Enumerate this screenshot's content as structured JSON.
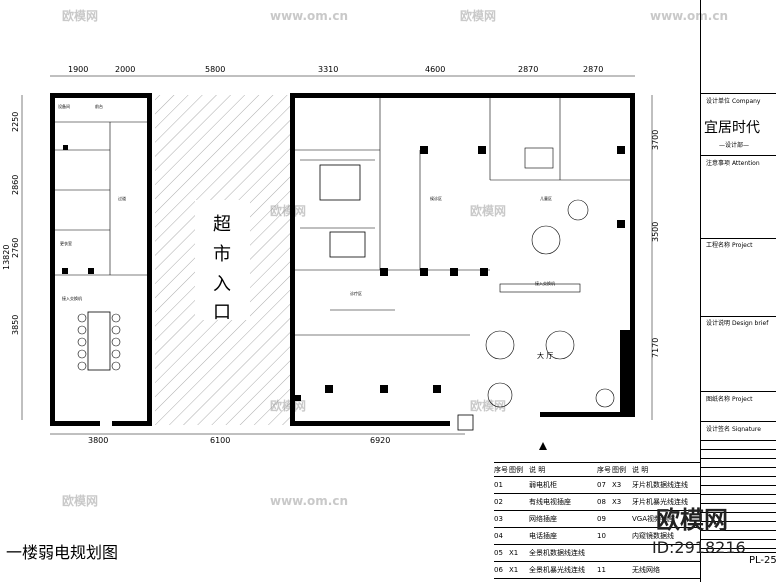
{
  "title_block": {
    "design_unit_label": "设计单位",
    "design_unit_en": "Company",
    "company_name": "宜居时代",
    "department": "—设计部—",
    "attention_label": "注意事项",
    "attention_en": "Attention",
    "project_label": "工程名称",
    "project_en": "Project",
    "design_brief_label": "设计说明",
    "design_brief_en": "Design brief",
    "drawing_name_label": "图纸名称",
    "drawing_name_en": "Project",
    "signature_label": "设计签名",
    "signature_en": "Signature",
    "drawing_no": "PL-25"
  },
  "dimensions_top": [
    "1900",
    "2000",
    "5800",
    "3310",
    "4600",
    "2870",
    "2870"
  ],
  "dimensions_bottom": [
    "3800",
    "6100",
    "6920"
  ],
  "dimensions_left": [
    "2250",
    "2860",
    "13820",
    "2760",
    "3850"
  ],
  "dimensions_right": [
    "3700",
    "3500",
    "7170"
  ],
  "plan_labels": {
    "entrance": [
      "超",
      "市",
      "入",
      "口"
    ],
    "hall": "大 厅"
  },
  "legend": {
    "header": [
      "序号",
      "图例",
      "说  明",
      "序号",
      "图例",
      "说  明"
    ],
    "rows": [
      {
        "no": "01",
        "desc": "弱电机柜",
        "no2": "07",
        "sym2": "X3",
        "desc2": "牙片机数据线连线"
      },
      {
        "no": "02",
        "desc": "有线电视插座",
        "no2": "08",
        "sym2": "X3",
        "desc2": "牙片机暴光线连线"
      },
      {
        "no": "03",
        "desc": "网络插座",
        "no2": "09",
        "sym2": "",
        "desc2": "VGA视频插座"
      },
      {
        "no": "04",
        "desc": "电话插座",
        "no2": "10",
        "sym2": "",
        "desc2": "内窥镜数据线"
      },
      {
        "no": "05",
        "sym": "X1",
        "desc": "全景机数据线连线",
        "no2": "",
        "sym2": "",
        "desc2": ""
      },
      {
        "no": "06",
        "sym": "X1",
        "desc": "全景机暴光线连线",
        "no2": "11",
        "sym2": "",
        "desc2": "无线网络"
      }
    ]
  },
  "sheet_title": "一楼弱电规划图",
  "watermark": {
    "site": "欧模网",
    "url": "www.om.cn",
    "big": "欧模网",
    "id": "ID:2918216"
  },
  "colors": {
    "wall": "#000000",
    "watermark": "#c9c9c9",
    "hatch": "#888888"
  }
}
